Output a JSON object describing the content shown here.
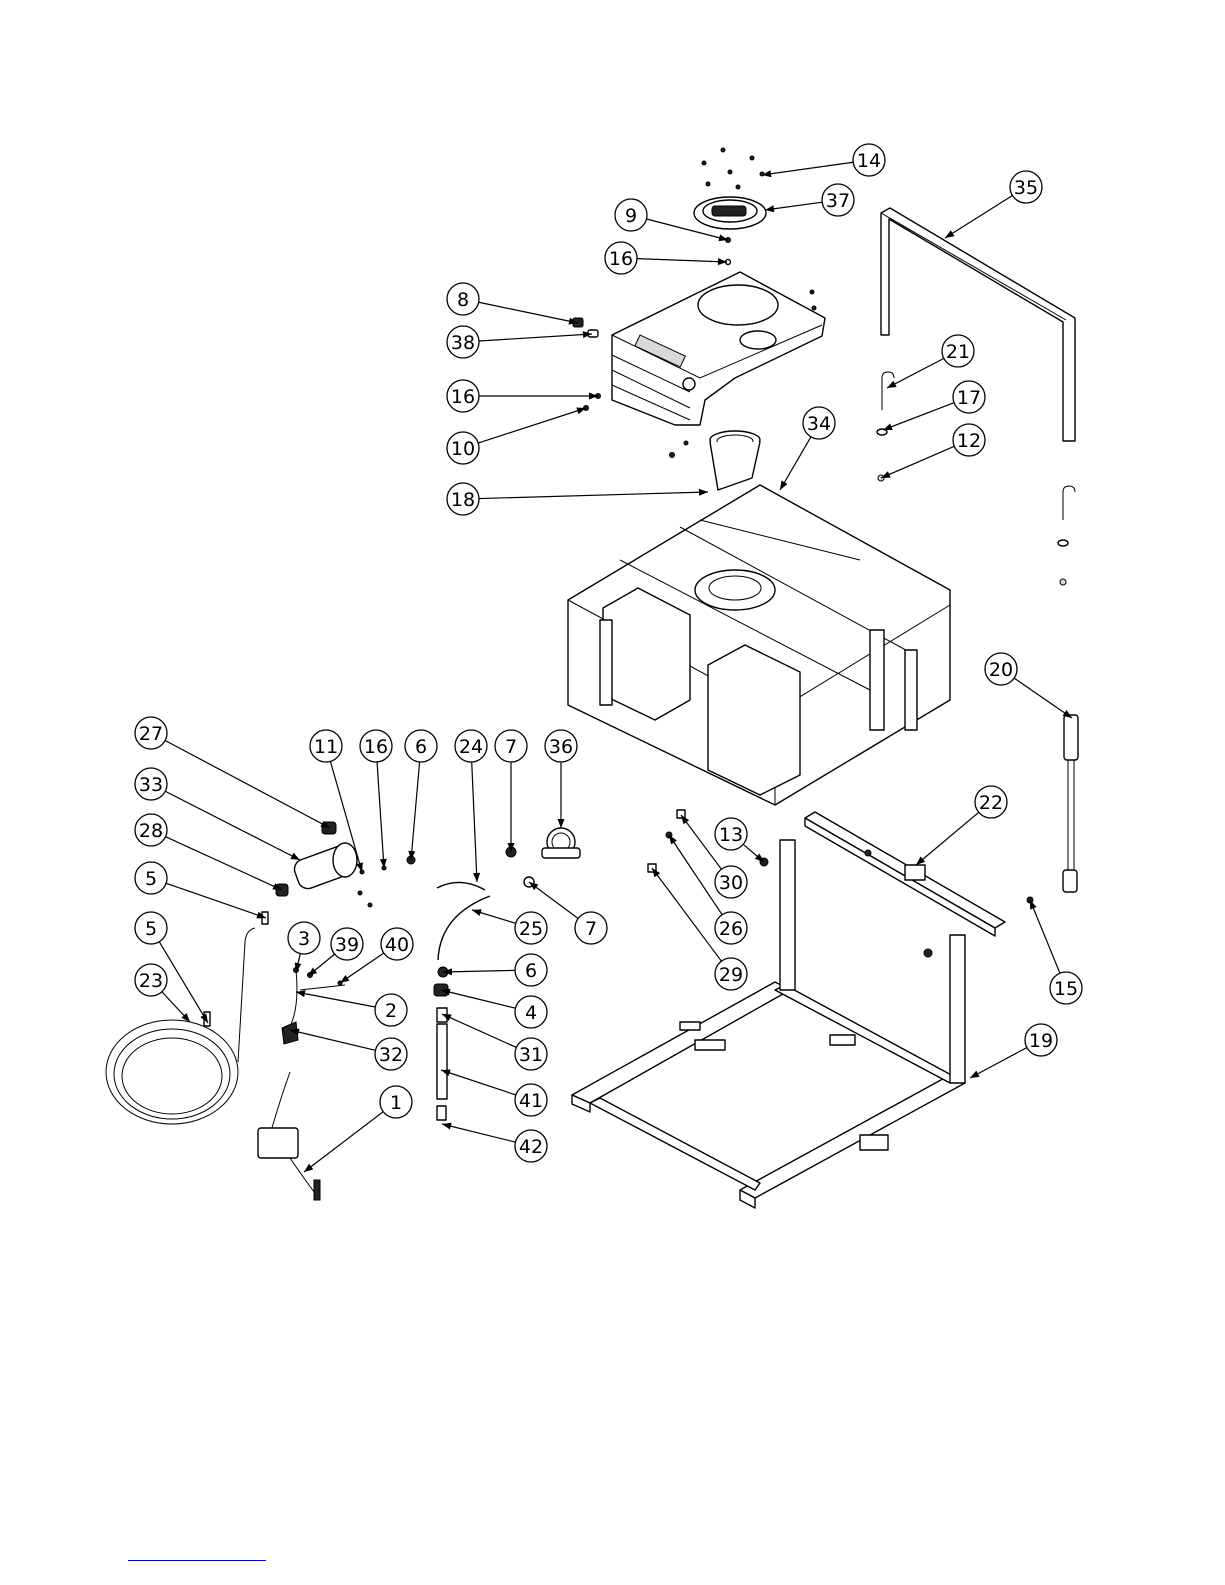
{
  "balloons": [
    {
      "id": "14",
      "label": "14",
      "target": [
        762,
        175
      ]
    },
    {
      "id": "37",
      "label": "37",
      "target": [
        765,
        210
      ]
    },
    {
      "id": "35",
      "label": "35",
      "target": [
        945,
        238
      ]
    },
    {
      "id": "9",
      "label": "9",
      "target": [
        728,
        240
      ]
    },
    {
      "id": "16-top",
      "label": "16",
      "target": [
        727,
        262
      ]
    },
    {
      "id": "8",
      "label": "8",
      "target": [
        578,
        323
      ]
    },
    {
      "id": "38",
      "label": "38",
      "target": [
        592,
        334
      ]
    },
    {
      "id": "21",
      "label": "21",
      "target": [
        887,
        388
      ]
    },
    {
      "id": "16-mid",
      "label": "16",
      "target": [
        598,
        396
      ]
    },
    {
      "id": "17",
      "label": "17",
      "target": [
        883,
        430
      ]
    },
    {
      "id": "10",
      "label": "10",
      "target": [
        586,
        408
      ]
    },
    {
      "id": "34",
      "label": "34",
      "target": [
        780,
        490
      ]
    },
    {
      "id": "12",
      "label": "12",
      "target": [
        881,
        478
      ]
    },
    {
      "id": "18",
      "label": "18",
      "target": [
        708,
        492
      ]
    },
    {
      "id": "20",
      "label": "20",
      "target": [
        1072,
        718
      ]
    },
    {
      "id": "27",
      "label": "27",
      "target": [
        330,
        828
      ]
    },
    {
      "id": "11",
      "label": "11",
      "target": [
        362,
        872
      ]
    },
    {
      "id": "16-low",
      "label": "16",
      "target": [
        384,
        868
      ]
    },
    {
      "id": "6-top",
      "label": "6",
      "target": [
        411,
        860
      ]
    },
    {
      "id": "24",
      "label": "24",
      "target": [
        477,
        882
      ]
    },
    {
      "id": "7-top",
      "label": "7",
      "target": [
        511,
        852
      ]
    },
    {
      "id": "36",
      "label": "36",
      "target": [
        561,
        828
      ]
    },
    {
      "id": "33",
      "label": "33",
      "target": [
        300,
        860
      ]
    },
    {
      "id": "22",
      "label": "22",
      "target": [
        916,
        865
      ]
    },
    {
      "id": "13",
      "label": "13",
      "target": [
        764,
        862
      ]
    },
    {
      "id": "30",
      "label": "30",
      "target": [
        681,
        815
      ]
    },
    {
      "id": "28",
      "label": "28",
      "target": [
        282,
        890
      ]
    },
    {
      "id": "5-top",
      "label": "5",
      "target": [
        266,
        918
      ]
    },
    {
      "id": "7-low",
      "label": "7",
      "target": [
        529,
        882
      ]
    },
    {
      "id": "25",
      "label": "25",
      "target": [
        472,
        910
      ]
    },
    {
      "id": "26",
      "label": "26",
      "target": [
        669,
        835
      ]
    },
    {
      "id": "3",
      "label": "3",
      "target": [
        296,
        972
      ]
    },
    {
      "id": "39",
      "label": "39",
      "target": [
        308,
        976
      ]
    },
    {
      "id": "40",
      "label": "40",
      "target": [
        340,
        983
      ]
    },
    {
      "id": "6-low",
      "label": "6",
      "target": [
        443,
        972
      ]
    },
    {
      "id": "29",
      "label": "29",
      "target": [
        652,
        868
      ]
    },
    {
      "id": "15",
      "label": "15",
      "target": [
        1030,
        900
      ]
    },
    {
      "id": "5-low",
      "label": "5",
      "target": [
        208,
        1023
      ]
    },
    {
      "id": "23",
      "label": "23",
      "target": [
        190,
        1022
      ]
    },
    {
      "id": "2",
      "label": "2",
      "target": [
        296,
        992
      ]
    },
    {
      "id": "4",
      "label": "4",
      "target": [
        441,
        990
      ]
    },
    {
      "id": "32",
      "label": "32",
      "target": [
        290,
        1030
      ]
    },
    {
      "id": "31",
      "label": "31",
      "target": [
        442,
        1014
      ]
    },
    {
      "id": "19",
      "label": "19",
      "target": [
        970,
        1078
      ]
    },
    {
      "id": "41",
      "label": "41",
      "target": [
        441,
        1070
      ]
    },
    {
      "id": "1",
      "label": "1",
      "target": [
        304,
        1172
      ]
    },
    {
      "id": "42",
      "label": "42",
      "target": [
        442,
        1124
      ]
    }
  ]
}
